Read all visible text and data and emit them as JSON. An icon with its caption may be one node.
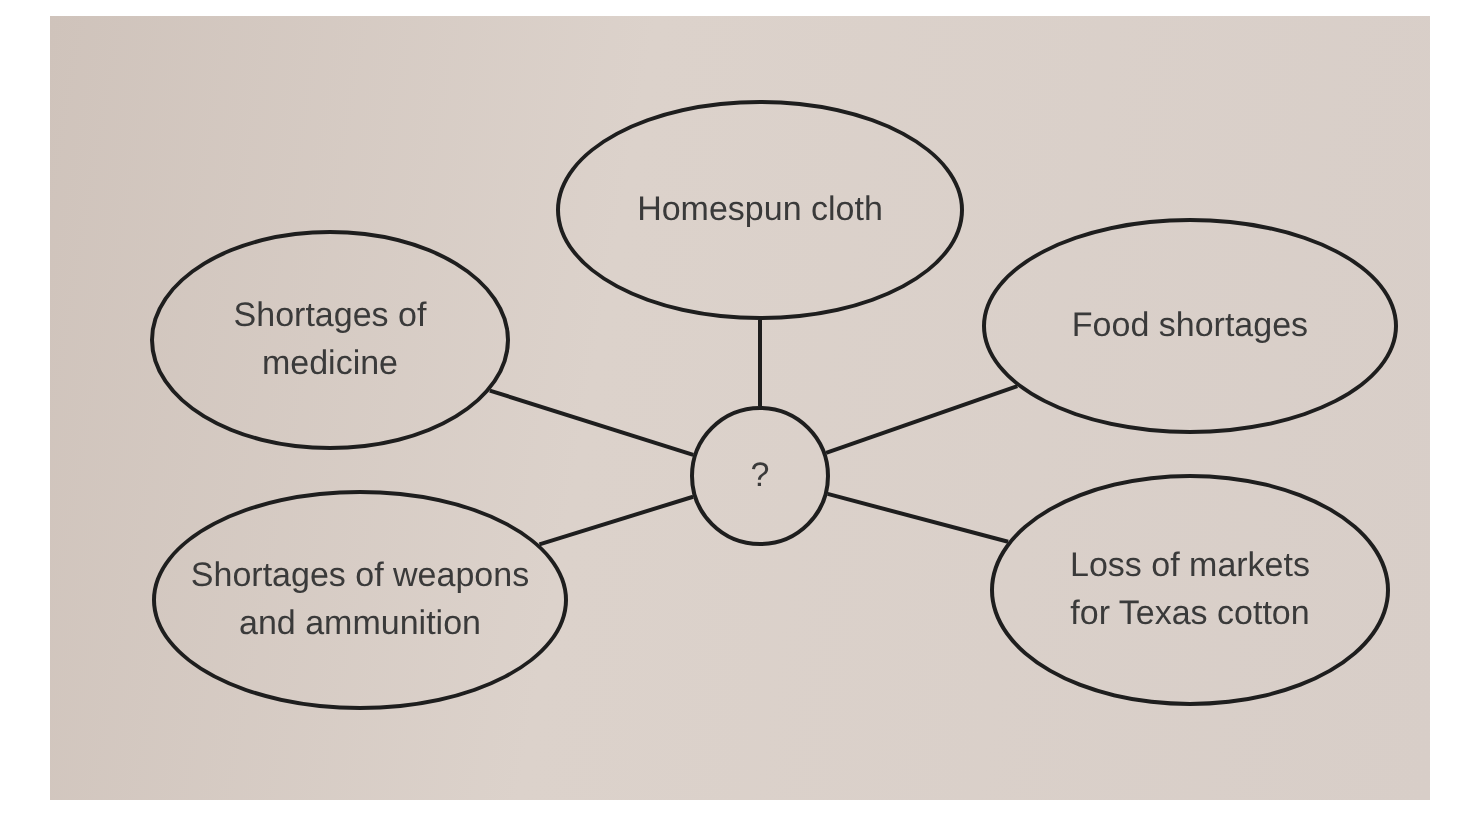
{
  "diagram": {
    "nodes": [
      {
        "text": [
          "Homespun cloth"
        ]
      },
      {
        "text": [
          "Shortages of medicine"
        ]
      },
      {
        "text": [
          "Food shortages"
        ]
      },
      {
        "text": [
          "?"
        ]
      },
      {
        "text": [
          "Shortages of weapons and ammunition"
        ]
      },
      {
        "text": [
          "Loss of markets for Texas cotton"
        ]
      }
    ],
    "edges": [
      {
        "from": 3,
        "to": 0,
        "arrow": "none"
      },
      {
        "from": 3,
        "to": 1,
        "arrow": "none"
      },
      {
        "from": 3,
        "to": 2,
        "arrow": "none"
      },
      {
        "from": 3,
        "to": 4,
        "arrow": "none"
      },
      {
        "from": 3,
        "to": 5,
        "arrow": "none"
      }
    ]
  }
}
